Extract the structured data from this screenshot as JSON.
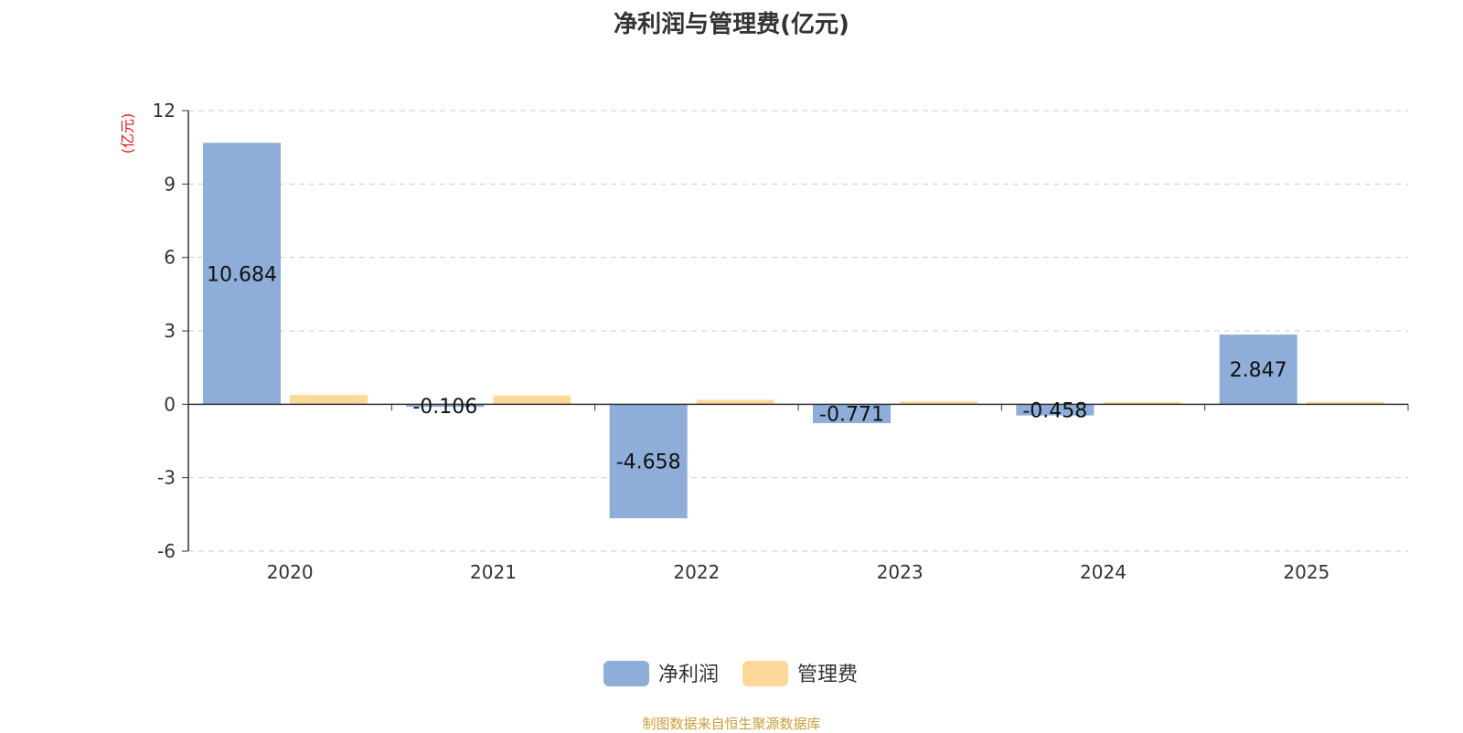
{
  "chart_data": {
    "type": "bar",
    "title": "净利润与管理费(亿元)",
    "ylabel": "(亿元)",
    "categories": [
      "2020",
      "2021",
      "2022",
      "2023",
      "2024",
      "2025"
    ],
    "series": [
      {
        "name": "净利润",
        "values": [
          10.684,
          -0.106,
          -4.658,
          -0.771,
          -0.458,
          2.847
        ],
        "color": "#8eadd9",
        "show_labels": true
      },
      {
        "name": "管理费",
        "values": [
          0.38,
          0.36,
          0.18,
          0.12,
          0.09,
          0.1
        ],
        "color": "#fdd999",
        "show_labels": false
      }
    ],
    "ylim": [
      -6,
      12
    ],
    "yticks": [
      -6,
      -3,
      0,
      3,
      6,
      9,
      12
    ],
    "grid": true,
    "legend": "bottom-center"
  },
  "footer": {
    "source": "制图数据来自恒生聚源数据库"
  }
}
